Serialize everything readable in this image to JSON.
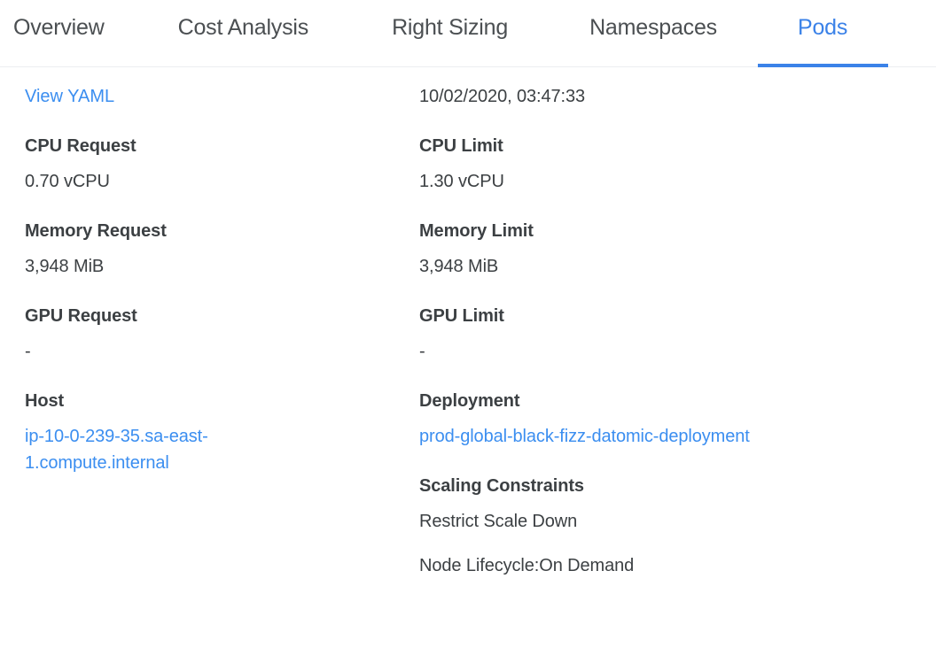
{
  "tabs": [
    {
      "key": "overview",
      "label": "Overview",
      "active": false
    },
    {
      "key": "cost-analysis",
      "label": "Cost Analysis",
      "active": false
    },
    {
      "key": "right-sizing",
      "label": "Right Sizing",
      "active": false
    },
    {
      "key": "namespaces",
      "label": "Namespaces",
      "active": false
    },
    {
      "key": "pods",
      "label": "Pods",
      "active": true
    }
  ],
  "colors": {
    "accent": "#3b82e8",
    "link": "#3b8ef0",
    "text": "#3c4043",
    "divider": "#eceef0"
  },
  "detail": {
    "left": {
      "view_yaml_label": "View YAML",
      "cpu_request_label": "CPU Request",
      "cpu_request_value": "0.70 vCPU",
      "memory_request_label": "Memory Request",
      "memory_request_value": "3,948 MiB",
      "gpu_request_label": "GPU Request",
      "gpu_request_value": "-",
      "host_label": "Host",
      "host_value": "ip-10-0-239-35.sa-east-1.compute.internal"
    },
    "right": {
      "timestamp": "10/02/2020, 03:47:33",
      "cpu_limit_label": "CPU Limit",
      "cpu_limit_value": "1.30 vCPU",
      "memory_limit_label": "Memory Limit",
      "memory_limit_value": "3,948 MiB",
      "gpu_limit_label": "GPU Limit",
      "gpu_limit_value": "-",
      "deployment_label": "Deployment",
      "deployment_value": "prod-global-black-fizz-datomic-deployment",
      "scaling_constraints_label": "Scaling Constraints",
      "scaling_constraints": [
        "Restrict Scale Down",
        "Node Lifecycle:On Demand"
      ]
    }
  }
}
